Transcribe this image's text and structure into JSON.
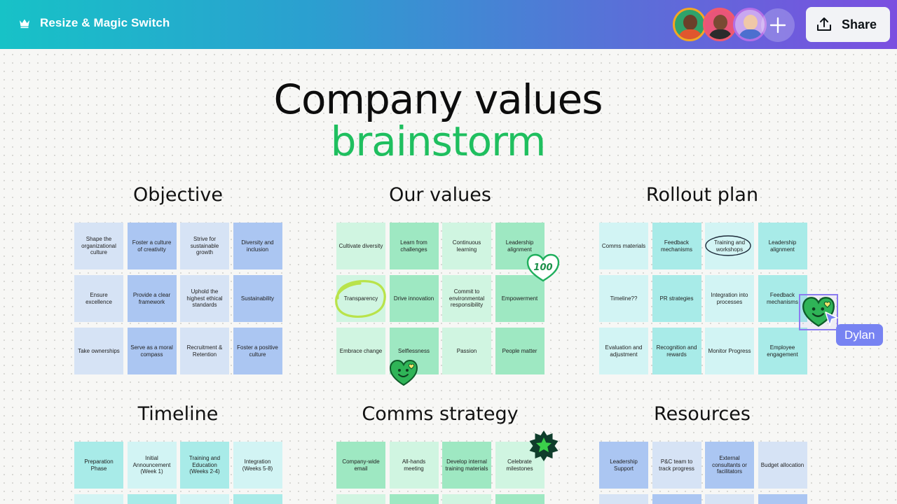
{
  "toolbar": {
    "title": "Resize & Magic Switch",
    "share_label": "Share",
    "crown_icon": "crown-icon",
    "share_icon": "share-upload-icon",
    "add_icon": "plus-icon",
    "collaborators": [
      "avatar-1",
      "avatar-2",
      "avatar-3"
    ]
  },
  "canvas": {
    "title_line1": "Company values",
    "title_line2": "brainstorm",
    "title_accent_color": "#1fbf5f",
    "sections": [
      {
        "title": "Objective",
        "notes": [
          "Shape the organizational culture",
          "Foster a culture of creativity",
          "Strive for sustainable growth",
          "Diversity and inclusion",
          "Ensure excellence",
          "Provide a clear framework",
          "Uphold the highest ethical standards",
          "Sustainability",
          "Take ownerships",
          "Serve as a moral compass",
          "Recruitment & Retention",
          "Foster a positive culture"
        ],
        "colors": [
          "#d6e3f5",
          "#abc6f2",
          "#d6e3f5",
          "#abc6f2",
          "#d6e3f5",
          "#abc6f2",
          "#d6e3f5",
          "#abc6f2",
          "#d6e3f5",
          "#abc6f2",
          "#d6e3f5",
          "#abc6f2"
        ]
      },
      {
        "title": "Our values",
        "notes": [
          "Cultivate diversity",
          "Learn from challenges",
          "Continuous learning",
          "Leadership alignment",
          "Transparency",
          "Drive innovation",
          "Commit to environmental responsibility",
          "Empowerment",
          "Embrace change",
          "Selflessness",
          "Passion",
          "People matter"
        ],
        "colors": [
          "#d0f5e1",
          "#9ee8c2",
          "#d0f5e1",
          "#9ee8c2",
          "#d0f5e1",
          "#9ee8c2",
          "#d0f5e1",
          "#9ee8c2",
          "#d0f5e1",
          "#9ee8c2",
          "#d0f5e1",
          "#9ee8c2"
        ]
      },
      {
        "title": "Rollout plan",
        "notes": [
          "Comms materials",
          "Feedback mechanisms",
          "Training and workshops",
          "Leadership alignment",
          "Timeline??",
          "PR strategies",
          "Integration into processes",
          "Feedback mechanisms",
          "Evaluation and adjustment",
          "Recognition and rewards",
          "Monitor Progress",
          "Employee engagement"
        ],
        "colors": [
          "#d2f4f4",
          "#a8ebe8",
          "#d2f4f4",
          "#a8ebe8",
          "#d2f4f4",
          "#a8ebe8",
          "#d2f4f4",
          "#a8ebe8",
          "#d2f4f4",
          "#a8ebe8",
          "#d2f4f4",
          "#a8ebe8"
        ]
      },
      {
        "title": "Timeline",
        "notes": [
          "Preparation Phase",
          "Initial Announcement (Week 1)",
          "Training and Education (Weeks 2-4)",
          "Integration (Weeks 5-8)"
        ],
        "colors": [
          "#a8ebe8",
          "#d2f4f4",
          "#a8ebe8",
          "#d2f4f4"
        ]
      },
      {
        "title": "Comms strategy",
        "notes": [
          "Company-wide email",
          "All-hands meeting",
          "Develop internal training materials",
          "Celebrate milestones"
        ],
        "colors": [
          "#9ee8c2",
          "#d0f5e1",
          "#9ee8c2",
          "#d0f5e1"
        ]
      },
      {
        "title": "Resources",
        "notes": [
          "Leadership Support",
          "P&C team to track progress",
          "External consultants or facilitators",
          "Budget allocation"
        ],
        "colors": [
          "#abc6f2",
          "#d6e3f5",
          "#abc6f2",
          "#d6e3f5"
        ]
      }
    ],
    "collaborator_cursor": "Dylan",
    "stickers": [
      "hundred-sticker",
      "smiley-heart-sticker",
      "star-sticker"
    ]
  }
}
